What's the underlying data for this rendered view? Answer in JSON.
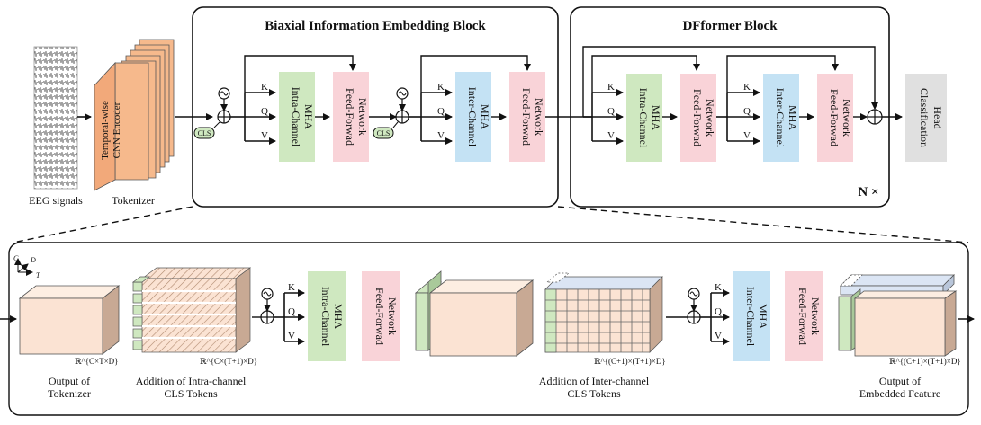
{
  "top": {
    "eeg_label": "EEG signals",
    "tokenizer_label": "Tokenizer",
    "encoder_text": [
      "Temporal-wise",
      "CNN Encoder"
    ],
    "bie_title": "Biaxial Information Embedding Block",
    "df_title": "DFformer Block",
    "n_times": "N ×",
    "cls": "CLS",
    "k": "K",
    "q": "Q",
    "v": "V",
    "intra_mha": [
      "Intra-Channel",
      "MHA"
    ],
    "inter_mha": [
      "Inter-Channel",
      "MHA"
    ],
    "ffn": [
      "Feed-Forwad",
      "Network"
    ],
    "head": [
      "Classification",
      "Head"
    ]
  },
  "bottom": {
    "axis_c": "C",
    "axis_d": "D",
    "axis_t": "T",
    "dim1": "ℝ^{C×T×D}",
    "dim2": "ℝ^{C×(T+1)×D}",
    "dim3": "ℝ^{(C+1)×(T+1)×D}",
    "dim4": "ℝ^{(C+1)×(T+1)×D}",
    "cap1": [
      "Output of",
      "Tokenizer"
    ],
    "cap2": [
      "Addition of Intra-channel",
      "CLS Tokens"
    ],
    "cap3": [
      "Addition of Inter-channel",
      "CLS Tokens"
    ],
    "cap4": [
      "Output of",
      "Embedded Feature"
    ]
  },
  "colors": {
    "green": "#cfe8c0",
    "pink": "#f9d3d8",
    "blue": "#c4e2f4",
    "gray": "#e0e0e0",
    "orange": "#f6b98c",
    "peach": "#fbe3d3",
    "peach_side": "#c8a994",
    "light_blue": "#dbe5f4"
  }
}
